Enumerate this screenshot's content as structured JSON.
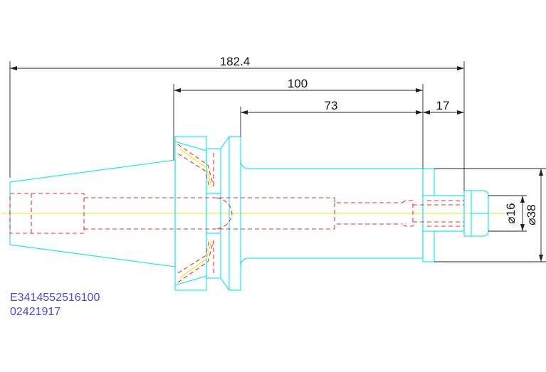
{
  "dimensions": {
    "overall_length": "182.4",
    "gauge_length": "100",
    "body_length": "73",
    "nose_length": "17",
    "bore_diameter": "⌀16",
    "nose_diameter": "⌀38"
  },
  "part_code": {
    "line1": "E3414552516100",
    "line2": "02421917",
    "color": "#4a4adf"
  },
  "colors": {
    "outline": "#22e5f2",
    "hidden": "#ee3030",
    "centerline": "#f2e21a",
    "dimension": "#222222"
  }
}
